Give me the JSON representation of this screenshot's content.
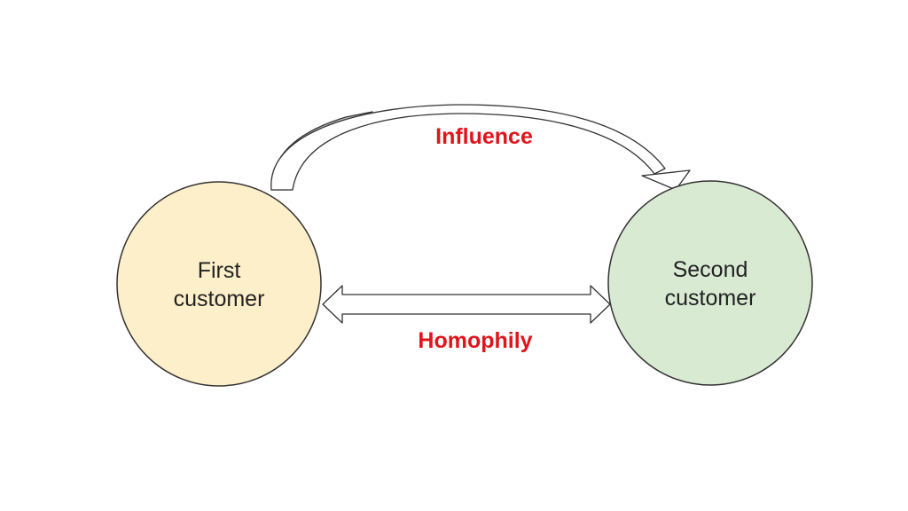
{
  "diagram": {
    "nodes": {
      "first": {
        "line1": "First",
        "line2": "customer",
        "fill": "#fcefc9",
        "stroke": "#333333"
      },
      "second": {
        "line1": "Second",
        "line2": "customer",
        "fill": "#d9ead3",
        "stroke": "#333333"
      }
    },
    "edges": {
      "influence": {
        "label": "Influence",
        "type": "curved-one-way-arrow",
        "from": "first",
        "to": "second"
      },
      "homophily": {
        "label": "Homophily",
        "type": "double-headed-arrow",
        "between": [
          "first",
          "second"
        ]
      }
    },
    "colors": {
      "edge_label": "#e0141b",
      "arrow_stroke": "#333333",
      "arrow_fill": "#ffffff",
      "arrow_shade": "#c8c8c8"
    }
  }
}
